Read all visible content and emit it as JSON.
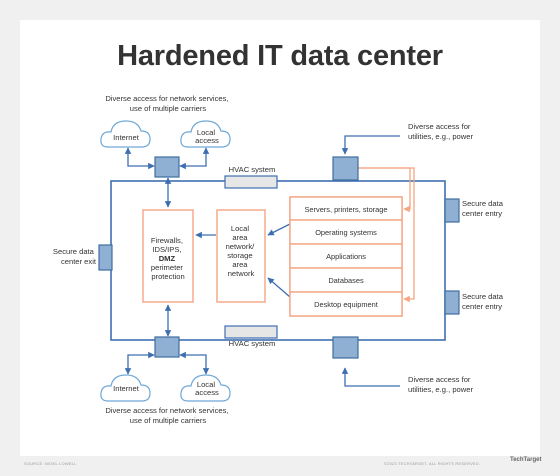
{
  "title": "Hardened IT data center",
  "top_services_caption": [
    "Diverse access for network services,",
    "use of multiple carriers"
  ],
  "bottom_services_caption": [
    "Diverse access for network services,",
    "use of multiple carriers"
  ],
  "clouds": {
    "top_left": [
      "Internet"
    ],
    "top_right": [
      "Local",
      "access"
    ],
    "bottom_left": [
      "Internet"
    ],
    "bottom_right": [
      "Local",
      "access"
    ]
  },
  "hvac_top": "HVAC system",
  "hvac_bottom": "HVAC system",
  "utilities_top": [
    "Diverse access for",
    "utilities, e.g., power"
  ],
  "utilities_bottom": [
    "Diverse access for",
    "utilities, e.g., power"
  ],
  "entry_upper": [
    "Secure data",
    "center entry"
  ],
  "entry_lower": [
    "Secure data",
    "center entry"
  ],
  "exit": [
    "Secure data",
    "center exit"
  ],
  "firewall_box": [
    "Firewalls,",
    "IDS/IPS,",
    "DMZ",
    "perimeter",
    "protection"
  ],
  "lan_box": [
    "Local",
    "area",
    "network/",
    "storage",
    "area",
    "network"
  ],
  "stack": [
    "Servers, printers, storage",
    "Operating systems",
    "Applications",
    "Databases",
    "Desktop equipment"
  ],
  "footer_left": "SOURCE: NIGEL LOWELL",
  "footer_right": "©2023 TECHTARGET. ALL RIGHTS RESERVED.",
  "brand": "TechTarget",
  "colors": {
    "blue": "#3d6fb0",
    "block_fill": "#8fb0d3",
    "block_stroke": "#3f6f9f",
    "orange": "#f4a582",
    "text": "#333333"
  }
}
